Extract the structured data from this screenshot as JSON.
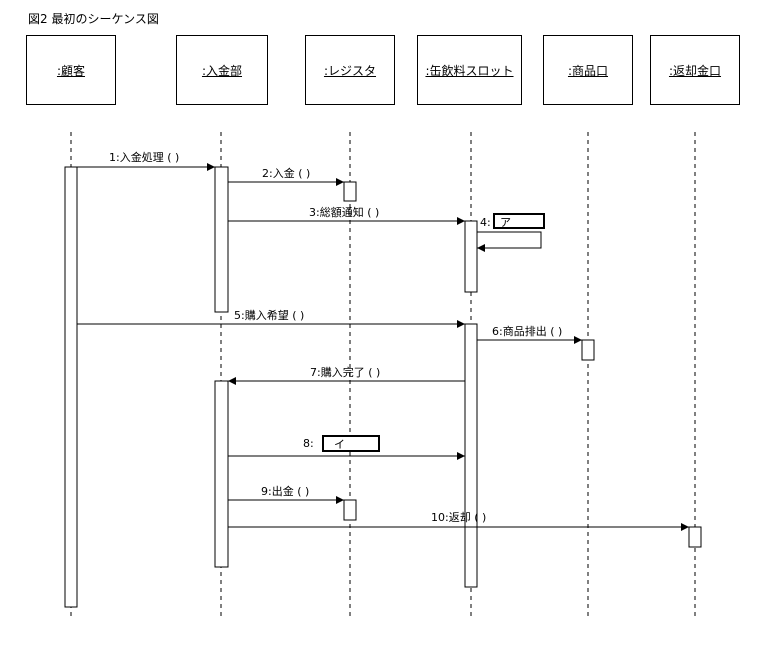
{
  "figure_title": "図2 最初のシーケンス図",
  "objects": [
    {
      "label": ":顧客"
    },
    {
      "label": ":入金部"
    },
    {
      "label": ":レジスタ"
    },
    {
      "label": ":缶飲料スロット"
    },
    {
      "label": ":商品口"
    },
    {
      "label": ":返却金口"
    }
  ],
  "messages": [
    {
      "label": "1:入金処理 ( )"
    },
    {
      "label": "2:入金 ( )"
    },
    {
      "label": "3:総額通知 ( )"
    },
    {
      "label": "4:"
    },
    {
      "label": "5:購入希望 ( )"
    },
    {
      "label": "6:商品排出 ( )"
    },
    {
      "label": "7:購入完了 ( )"
    },
    {
      "label": "8:"
    },
    {
      "label": "9:出金 ( )"
    },
    {
      "label": "10:返却 ( )"
    }
  ],
  "blanks": {
    "a": "ア",
    "i": "イ"
  }
}
